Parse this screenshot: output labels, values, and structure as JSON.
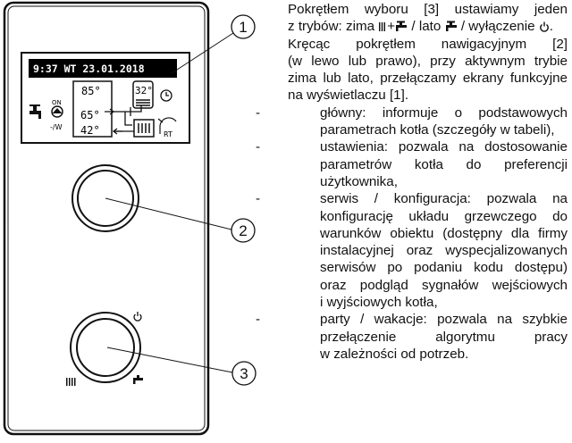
{
  "display": {
    "header": "9:37 WT 23.01.2018",
    "boiler_temp": "85°",
    "supply_temp": "65°",
    "return_temp": "42°",
    "tank_temp": "32°",
    "pump_label": "ON",
    "rt_label": "RT"
  },
  "callouts": {
    "display": "1",
    "nav_knob": "2",
    "mode_knob": "3"
  },
  "intro": {
    "line1": "Pokrętłem wyboru [3] ustawiamy jeden",
    "line2_a": "z trybów: zima",
    "line2_b": "+",
    "line2_c": "/ lato",
    "line2_d": "/ wyłączenie",
    "line2_e": ".",
    "line3": "Kręcąc pokrętłem nawigacyjnym [2]",
    "line4": "(w lewo lub prawo), przy aktywnym trybie",
    "line5": "zima lub lato, przełączamy ekrany funkcyjne",
    "line6": "na wyświetlaczu [1]."
  },
  "bullets": [
    {
      "dash": "-",
      "lines": [
        "główny: informuje o podstawowych",
        "parametrach kotła (szczegóły w tabeli),"
      ]
    },
    {
      "dash": "-",
      "lines": [
        "ustawienia: pozwala na dostosowanie",
        "parametrów kotła do preferencji",
        "użytkownika,"
      ]
    },
    {
      "dash": "-",
      "lines": [
        "serwis / konfiguracja: pozwala na",
        "konfigurację układu grzewczego do",
        "warunków obiektu (dostępny dla firmy",
        "instalacyjnej oraz wyspecjalizowanych",
        "serwisów po podaniu kodu dostępu)",
        "oraz podgląd sygnałów wejściowych",
        "i wyjściowych kotła,"
      ]
    },
    {
      "dash": "-",
      "lines": [
        "party / wakacje: pozwala na szybkie",
        "przełączenie algorytmu pracy",
        "w zależności od potrzeb."
      ]
    }
  ]
}
